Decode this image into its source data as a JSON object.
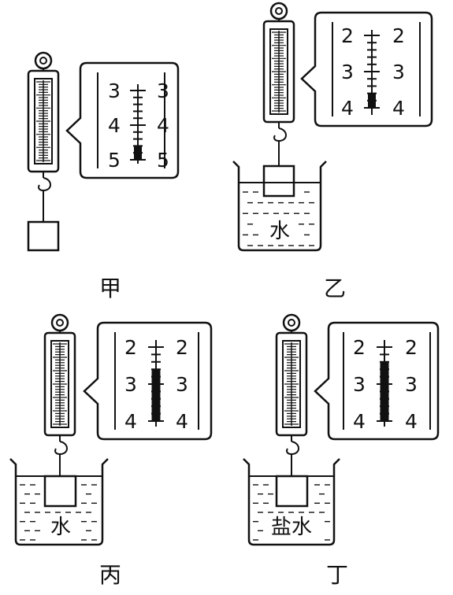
{
  "panels": [
    {
      "id": "jia",
      "caption": "甲",
      "scale_labels": [
        "3",
        "4",
        "5"
      ],
      "reading_band_from": 4.6,
      "reading_band_to": 5.0,
      "liquid": null
    },
    {
      "id": "yi",
      "caption": "乙",
      "scale_labels": [
        "2",
        "3",
        "4"
      ],
      "reading_band_from": 3.6,
      "reading_band_to": 4.0,
      "liquid": "水"
    },
    {
      "id": "bing",
      "caption": "丙",
      "scale_labels": [
        "2",
        "3",
        "4"
      ],
      "reading_band_from": 2.6,
      "reading_band_to": 4.0,
      "liquid": "水"
    },
    {
      "id": "ding",
      "caption": "丁",
      "scale_labels": [
        "2",
        "3",
        "4"
      ],
      "reading_band_from": 2.4,
      "reading_band_to": 4.0,
      "liquid": "盐水"
    }
  ]
}
